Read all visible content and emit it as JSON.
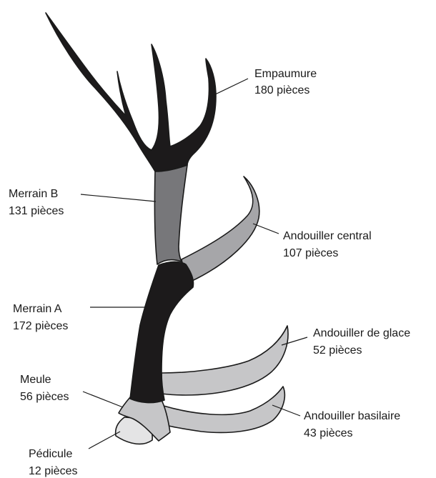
{
  "colors": {
    "black": "#1c1a1b",
    "dark_grey": "#77777a",
    "mid_grey": "#a6a6a9",
    "light_grey": "#c6c6c8",
    "lightest_grey": "#e4e4e5",
    "outline": "#1a1a1a"
  },
  "parts": [
    {
      "id": "empaumure",
      "name": "Empaumure",
      "count": "180 pièces",
      "color": "black"
    },
    {
      "id": "merrain-b",
      "name": "Merrain B",
      "count": "131 pièces",
      "color": "dark_grey"
    },
    {
      "id": "andouiller-central",
      "name": "Andouiller central",
      "count": "107 pièces",
      "color": "mid_grey"
    },
    {
      "id": "merrain-a",
      "name": "Merrain A",
      "count": "172 pièces",
      "color": "black"
    },
    {
      "id": "andouiller-glace",
      "name": "Andouiller de glace",
      "count": "52 pièces",
      "color": "light_grey"
    },
    {
      "id": "meule",
      "name": "Meule",
      "count": "56 pièces",
      "color": "light_grey"
    },
    {
      "id": "andouiller-basilaire",
      "name": "Andouiller basilaire",
      "count": "43 pièces",
      "color": "light_grey"
    },
    {
      "id": "pedicule",
      "name": "Pédicule",
      "count": "12 pièces",
      "color": "lightest_grey"
    }
  ]
}
